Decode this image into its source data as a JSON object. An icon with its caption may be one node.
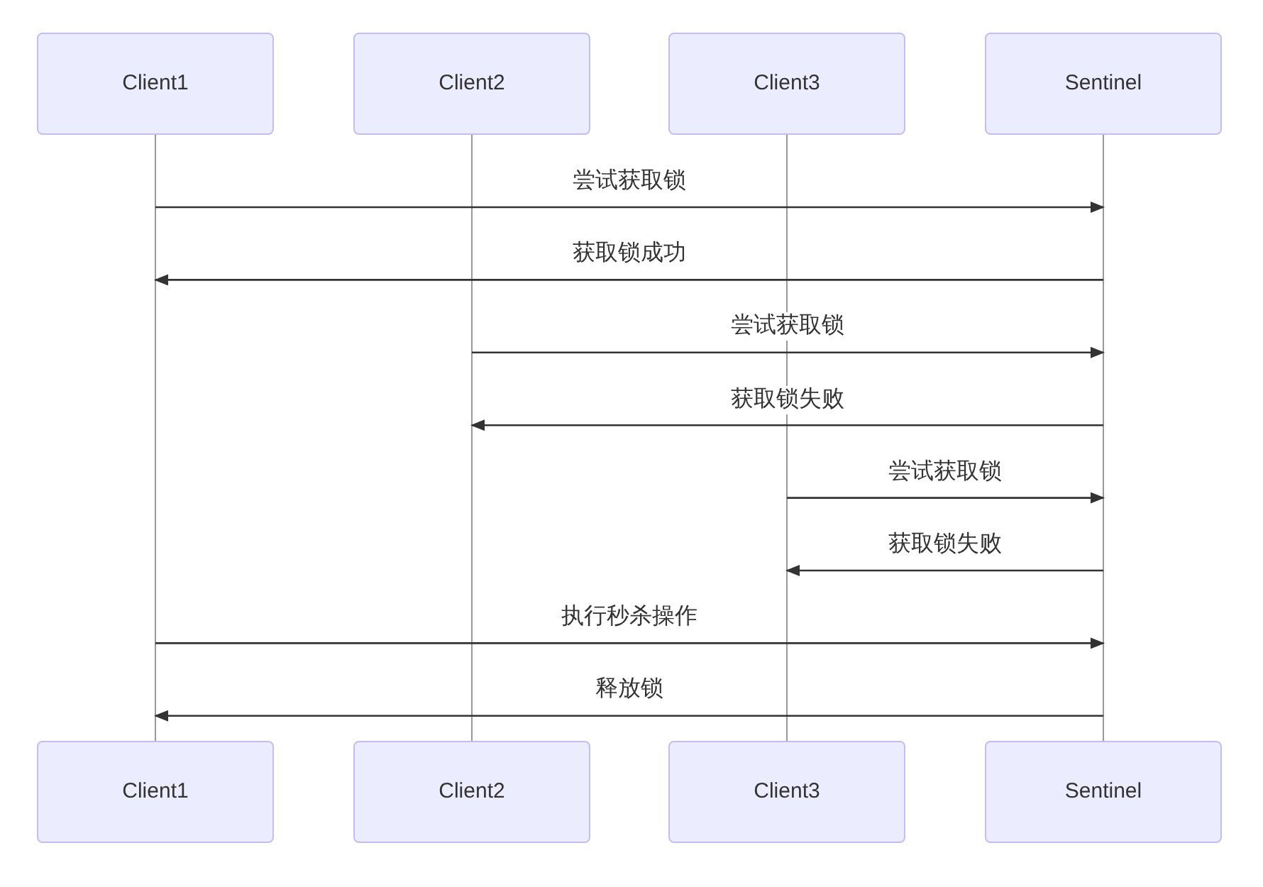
{
  "diagram": {
    "nodes": [
      {
        "text": [
          "Client1"
        ]
      },
      {
        "text": [
          "Client2"
        ]
      },
      {
        "text": [
          "Client3"
        ]
      },
      {
        "text": [
          "Sentinel"
        ]
      },
      {
        "text": [],
        "shape": "bar"
      },
      {
        "text": [],
        "shape": "bar"
      },
      {
        "text": [],
        "shape": "bar"
      },
      {
        "text": [],
        "shape": "bar"
      },
      {
        "text": [
          "Client1"
        ]
      },
      {
        "text": [
          "Client2"
        ]
      },
      {
        "text": [
          "Client3"
        ]
      },
      {
        "text": [
          "Sentinel"
        ]
      }
    ],
    "edges": [
      {
        "from": 4,
        "to": 7,
        "arrow": "to",
        "label": "尝试获取锁"
      },
      {
        "from": 7,
        "to": 4,
        "arrow": "to",
        "label": "获取锁成功"
      },
      {
        "from": 5,
        "to": 7,
        "arrow": "to",
        "label": "尝试获取锁"
      },
      {
        "from": 7,
        "to": 5,
        "arrow": "to",
        "label": "获取锁失败"
      },
      {
        "from": 6,
        "to": 7,
        "arrow": "to",
        "label": "尝试获取锁"
      },
      {
        "from": 7,
        "to": 6,
        "arrow": "to",
        "label": "获取锁失败"
      },
      {
        "from": 4,
        "to": 7,
        "arrow": "to",
        "label": "执行秒杀操作"
      },
      {
        "from": 7,
        "to": 4,
        "arrow": "to",
        "label": "释放锁"
      }
    ]
  }
}
